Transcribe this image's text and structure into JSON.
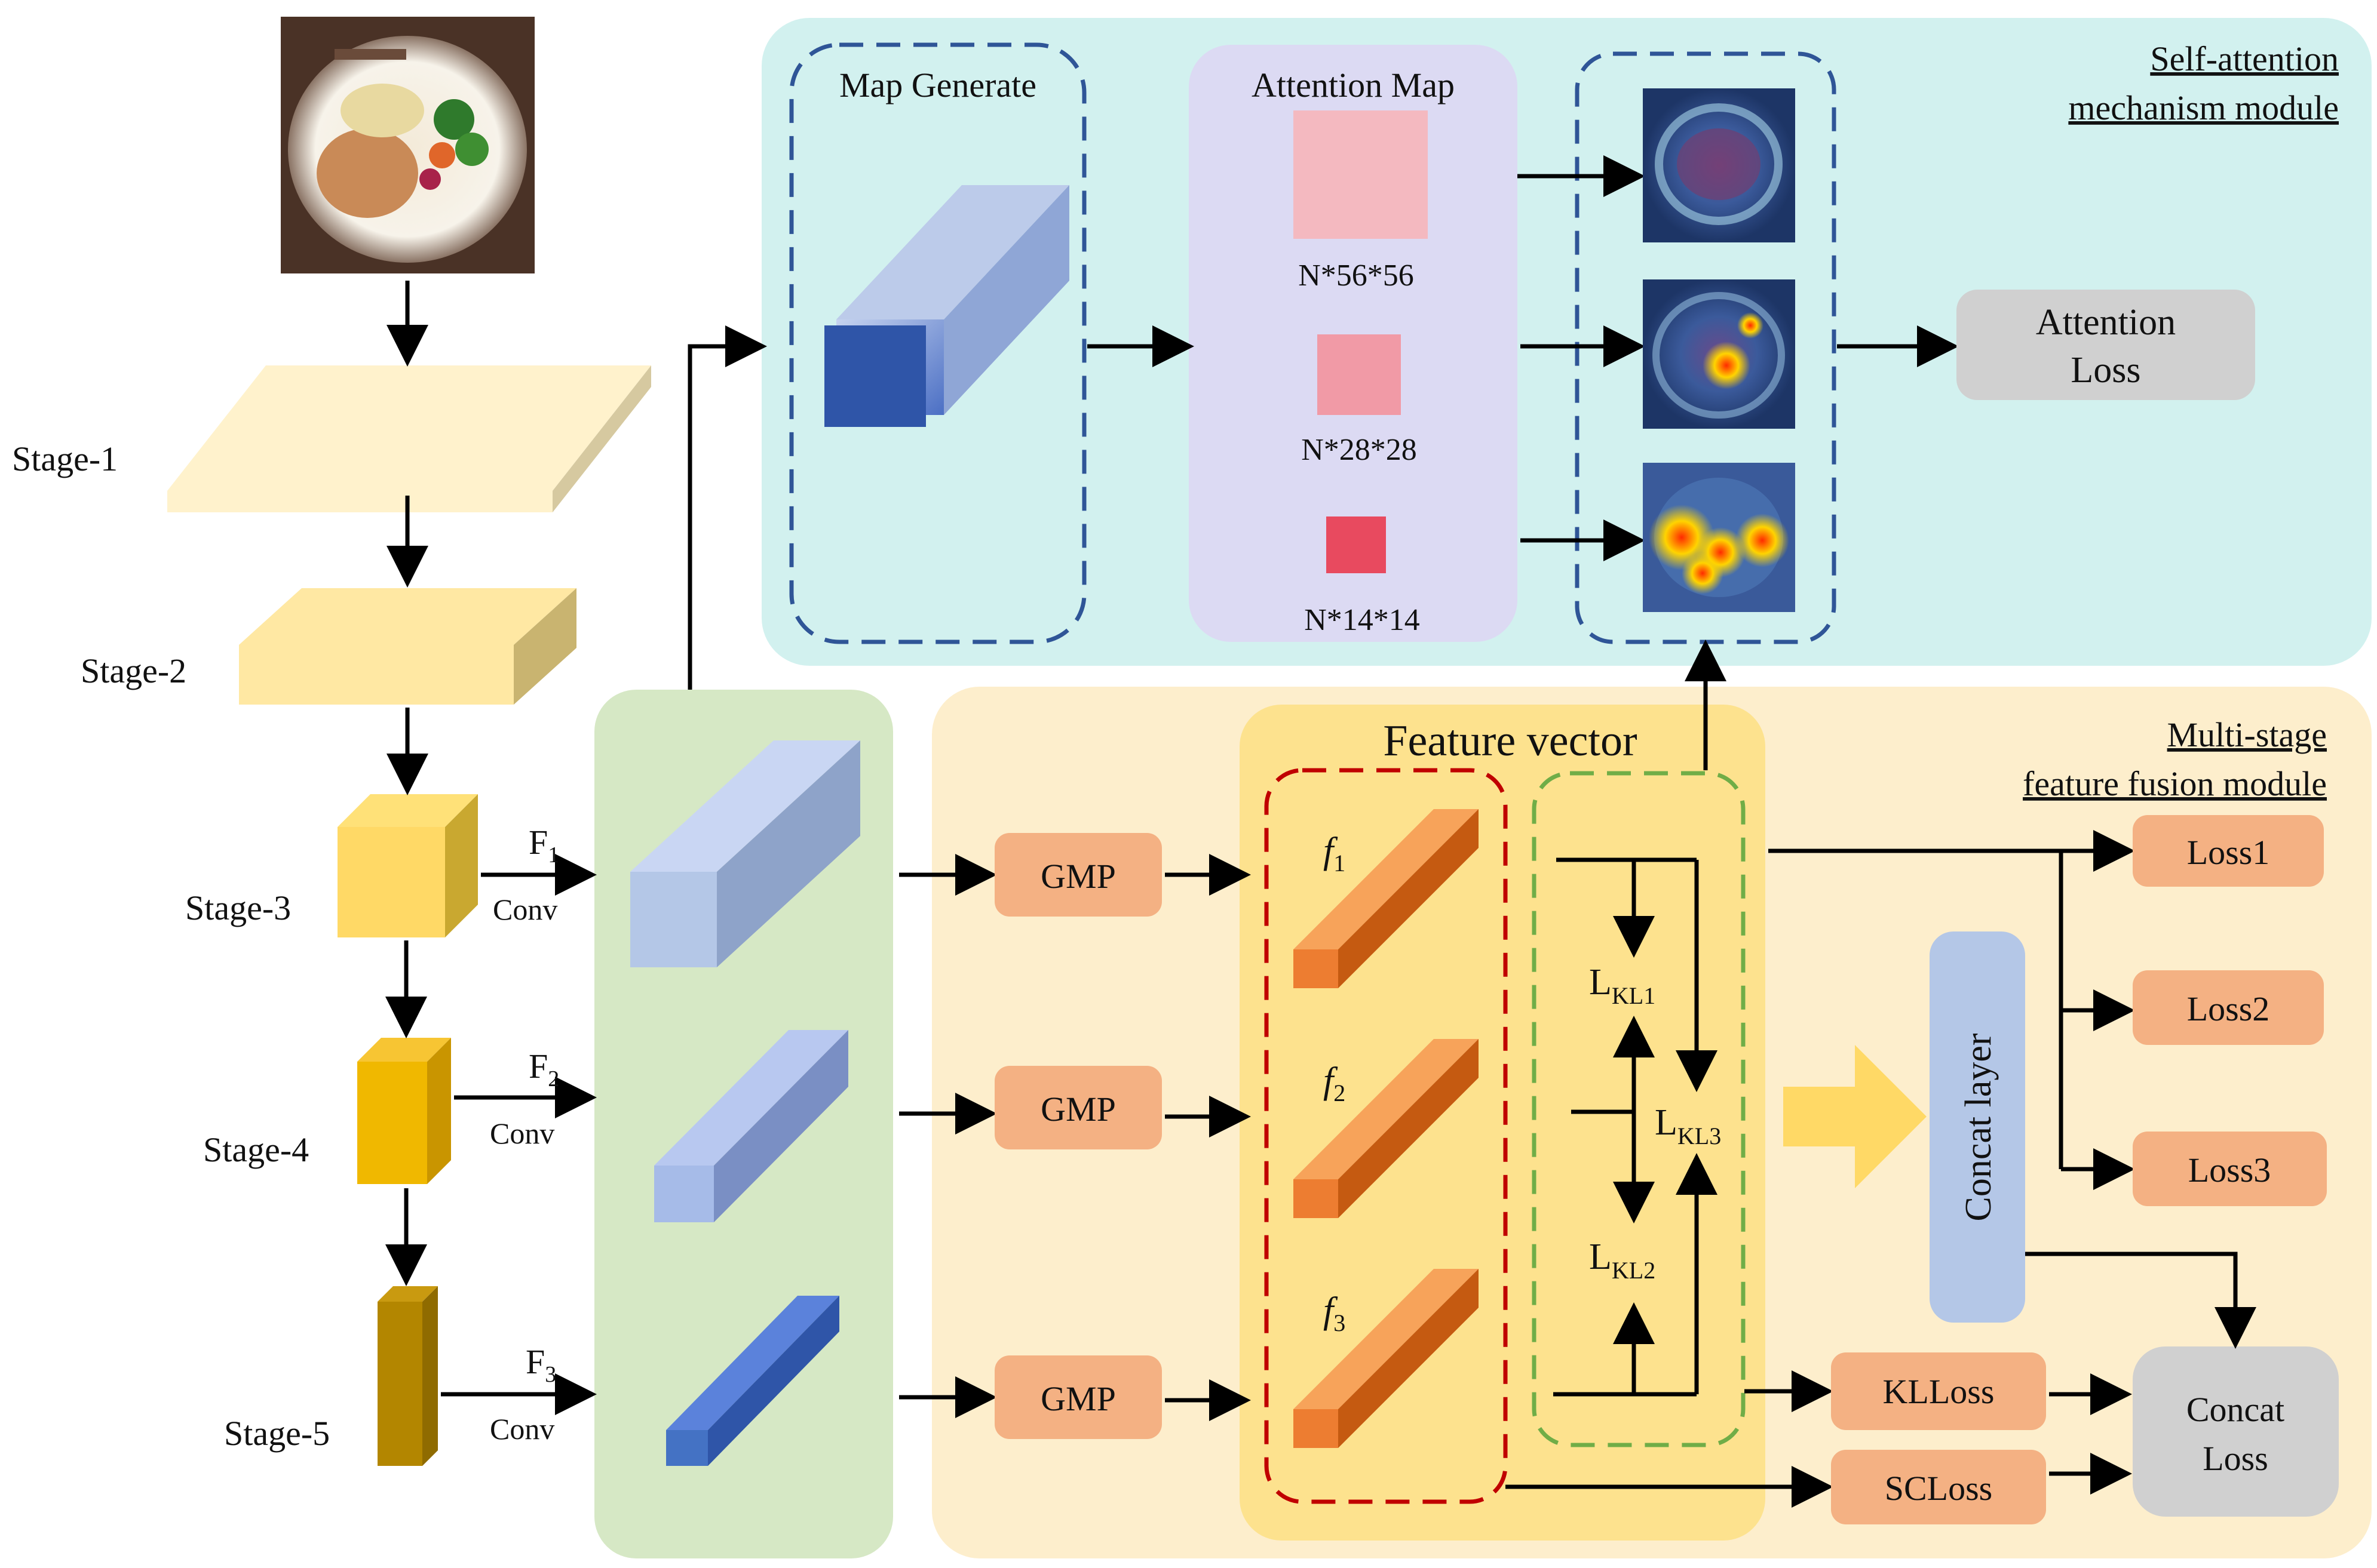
{
  "stages": [
    "Stage-1",
    "Stage-2",
    "Stage-3",
    "Stage-4",
    "Stage-5"
  ],
  "branches": [
    {
      "feature": "F",
      "sub": "1",
      "conv": "Conv"
    },
    {
      "feature": "F",
      "sub": "2",
      "conv": "Conv"
    },
    {
      "feature": "F",
      "sub": "3",
      "conv": "Conv"
    }
  ],
  "attention_module": {
    "title_line1": "Self-attention",
    "title_line2": "mechanism module",
    "map_generate": "Map Generate",
    "attention_map": "Attention Map",
    "map_sizes": [
      "N*56*56",
      "N*28*28",
      "N*14*14"
    ],
    "attention_loss_line1": "Attention",
    "attention_loss_line2": "Loss"
  },
  "fusion_module": {
    "title_line1": "Multi-stage",
    "title_line2": "feature fusion module",
    "gmp": [
      "GMP",
      "GMP",
      "GMP"
    ],
    "feature_vector": "Feature vector",
    "f_labels": [
      {
        "base": "f",
        "sub": "1"
      },
      {
        "base": "f",
        "sub": "2"
      },
      {
        "base": "f",
        "sub": "3"
      }
    ],
    "kl_terms": [
      {
        "base": "L",
        "sub": "KL1"
      },
      {
        "base": "L",
        "sub": "KL3"
      },
      {
        "base": "L",
        "sub": "KL2"
      }
    ],
    "concat_layer": "Concat layer",
    "losses": [
      "Loss1",
      "Loss2",
      "Loss3"
    ],
    "klloss": "KLLoss",
    "scloss": "SCLoss",
    "concat_loss_line1": "Concat",
    "concat_loss_line2": "Loss"
  },
  "colors": {
    "attention_bg": "#d2f1ef",
    "fusion_bg": "#fdeecc",
    "conv_bg": "#d6e8c5",
    "attention_map_bg": "#dcdaf3",
    "feature_vector_bg": "#fde28e",
    "box_orange": "#f4b183",
    "box_gray": "#d0d0d0",
    "concat_blue": "#b4c7e7",
    "dash_blue": "#2f5597",
    "dash_red": "#c00000",
    "dash_green": "#70ad47"
  },
  "icons": [
    "food-photo-icon",
    "heatmap-icon"
  ]
}
